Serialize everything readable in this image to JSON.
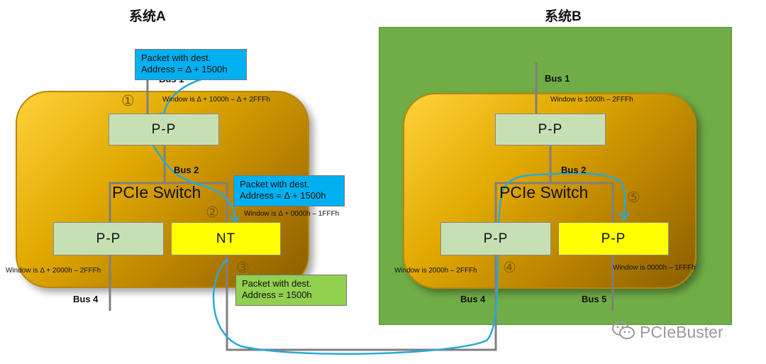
{
  "system_a": {
    "title": "系统A",
    "switch_label": "PCIe Switch",
    "top_pp": "P-P",
    "bottom_pp": "P-P",
    "nt": "NT",
    "bus1": "Bus 1",
    "bus2": "Bus 2",
    "bus4": "Bus 4",
    "window_top": "Window is Δ + 1000h – Δ + 2FFFh",
    "window_nt": "Window is Δ + 0000h – 1FFFh",
    "window_left": "Window is Δ + 2000h – 2FFFh"
  },
  "system_b": {
    "title": "系统B",
    "switch_label": "PCIe Switch",
    "top_pp": "P-P",
    "left_pp": "P-P",
    "right_pp": "P-P",
    "bus1": "Bus 1",
    "bus2": "Bus 2",
    "bus4": "Bus 4",
    "bus5": "Bus 5",
    "window_top": "Window is 1000h – 2FFFh",
    "window_left": "Window is 2000h – 2FFFh",
    "window_right": "Window is 0000h – 1FFFh"
  },
  "callouts": {
    "c1_line1": "Packet with dest.",
    "c1_line2": "Address = Δ + 1500h",
    "c2_line1": "Packet with dest.",
    "c2_line2": "Address = Δ + 1500h",
    "c3_line1": "Packet with dest.",
    "c3_line2": "Address = 1500h"
  },
  "steps": [
    "①",
    "②",
    "③",
    "④",
    "⑤"
  ],
  "watermark": "PCIeBuster",
  "colors": {
    "green_bg": "#70ad47",
    "switch_gold": "#e0a800",
    "pp_box": "#c6e0b4",
    "nt_box": "#ffff00",
    "callout_blue": "#00b0f0",
    "callout_green": "#92d050",
    "path": "#2aa9d6"
  }
}
